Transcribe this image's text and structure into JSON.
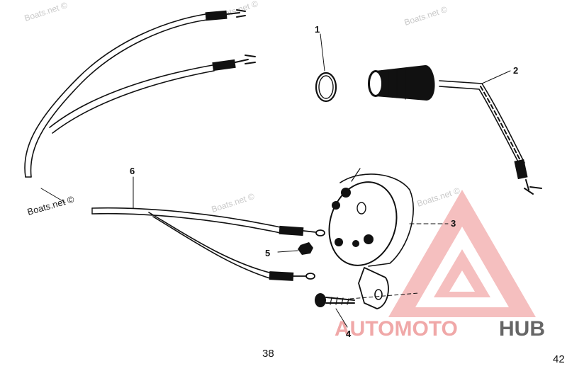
{
  "callouts": {
    "c1": "1",
    "c2": "2",
    "c3": "3",
    "c4": "4",
    "c5": "5",
    "c6": "6"
  },
  "page_numbers": {
    "bottom_center": "38",
    "bottom_right": "42"
  },
  "watermarks": {
    "site": "Boats.net ©",
    "site_partial": "Boats.net ©"
  },
  "logo": {
    "text_part1": "AUTOMOTO",
    "text_part2": "HUB",
    "color_primary": "#f0a8a8",
    "color_accent": "#f5c400",
    "color_dark": "#666666"
  }
}
